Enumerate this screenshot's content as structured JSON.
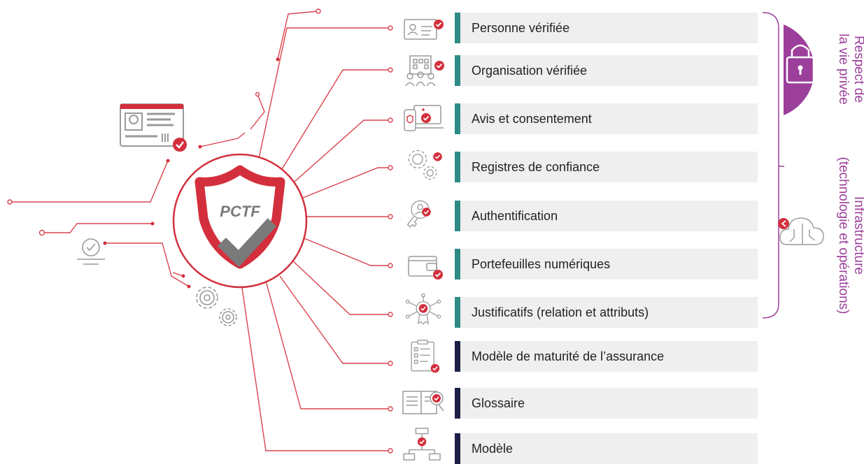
{
  "emblem": {
    "text": "PCTF"
  },
  "components": [
    {
      "label": "Personne vérifiée",
      "icon": "id-card-icon",
      "group": "teal"
    },
    {
      "label": "Organisation vérifiée",
      "icon": "organization-icon",
      "group": "teal"
    },
    {
      "label": "Avis et consentement",
      "icon": "consent-devices-icon",
      "group": "teal"
    },
    {
      "label": "Registres de confiance",
      "icon": "gears-icon",
      "group": "teal"
    },
    {
      "label": "Authentification",
      "icon": "user-key-icon",
      "group": "teal"
    },
    {
      "label": "Portefeuilles numériques",
      "icon": "wallet-icon",
      "group": "teal"
    },
    {
      "label": "Justificatifs (relation et attributs)",
      "icon": "credential-network-icon",
      "group": "teal"
    },
    {
      "label": "Modèle de maturité de l’assurance",
      "icon": "checklist-icon",
      "group": "navy"
    },
    {
      "label": "Glossaire",
      "icon": "book-search-icon",
      "group": "navy"
    },
    {
      "label": "Modèle",
      "icon": "flowchart-icon",
      "group": "navy"
    }
  ],
  "groups": {
    "privacy": {
      "line1": "Respect de",
      "line2": "la vie privée",
      "icon": "lock-icon"
    },
    "infrastructure": {
      "line1": "Infrastructure",
      "line2": "(technologie et opérations)",
      "icon": "cloud-circuit-icon"
    }
  },
  "colors": {
    "accent_red": "#d32f3c",
    "teal": "#2e8b86",
    "navy": "#1c2046",
    "purple": "#9b3f9b",
    "gray": "#7a7a7a"
  }
}
